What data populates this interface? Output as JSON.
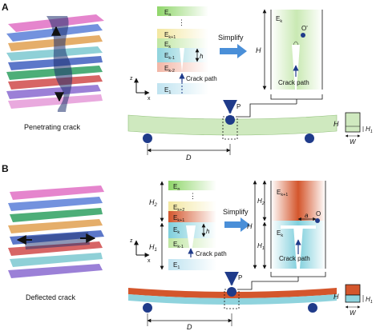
{
  "panelA": {
    "letter": "A",
    "caption": "Penetrating crack",
    "stack": {
      "layers": [
        "E",
        "E",
        "E",
        "E",
        "E",
        "E"
      ],
      "subscripts": [
        "n",
        "k+1",
        "k",
        "k-1",
        "k-2",
        "1"
      ],
      "dots": "⋮",
      "height_label": "h",
      "crack_label": "Crack path"
    },
    "simplify_label": "Simplify",
    "simplified": {
      "layer_label": "E",
      "layer_sub": "k",
      "origin_label": "O'",
      "height_label": "H",
      "crack_label": "Crack path"
    },
    "beam": {
      "load_label": "P",
      "span_label": "D"
    },
    "section": {
      "height_label": "H",
      "sub_height_label": "H",
      "sub_height_sub": "1",
      "width_label": "W"
    },
    "axes": {
      "z": "z",
      "x": "x"
    },
    "colors": {
      "beam": "#cfe9bf",
      "simplified": "#bde3a6"
    }
  },
  "panelB": {
    "letter": "B",
    "caption": "Deflected crack",
    "stack": {
      "subscripts": [
        "n",
        "k+2",
        "k+1",
        "k",
        "k-1",
        "1"
      ],
      "dots": "⋮",
      "H2_label": "H",
      "H2_sub": "2",
      "H1_label": "H",
      "H1_sub": "1",
      "height_label": "h",
      "crack_label": "Crack path"
    },
    "simplify_label": "Simplify",
    "simplified": {
      "upper_label": "E",
      "upper_sub": "k+1",
      "lower_label": "E",
      "lower_sub": "k",
      "a_label": "a",
      "origin_label": "O",
      "H_label": "H",
      "H2_label": "H",
      "H2_sub": "2",
      "H1_label": "H",
      "H1_sub": "1",
      "crack_label": "Crack path"
    },
    "beam": {
      "load_label": "P",
      "span_label": "D"
    },
    "section": {
      "height_label": "H",
      "sub_height_label": "H",
      "sub_height_sub": "1",
      "width_label": "W"
    },
    "axes": {
      "z": "z",
      "x": "x"
    },
    "colors": {
      "upper": "#d4562c",
      "lower": "#8fd3dd"
    }
  }
}
